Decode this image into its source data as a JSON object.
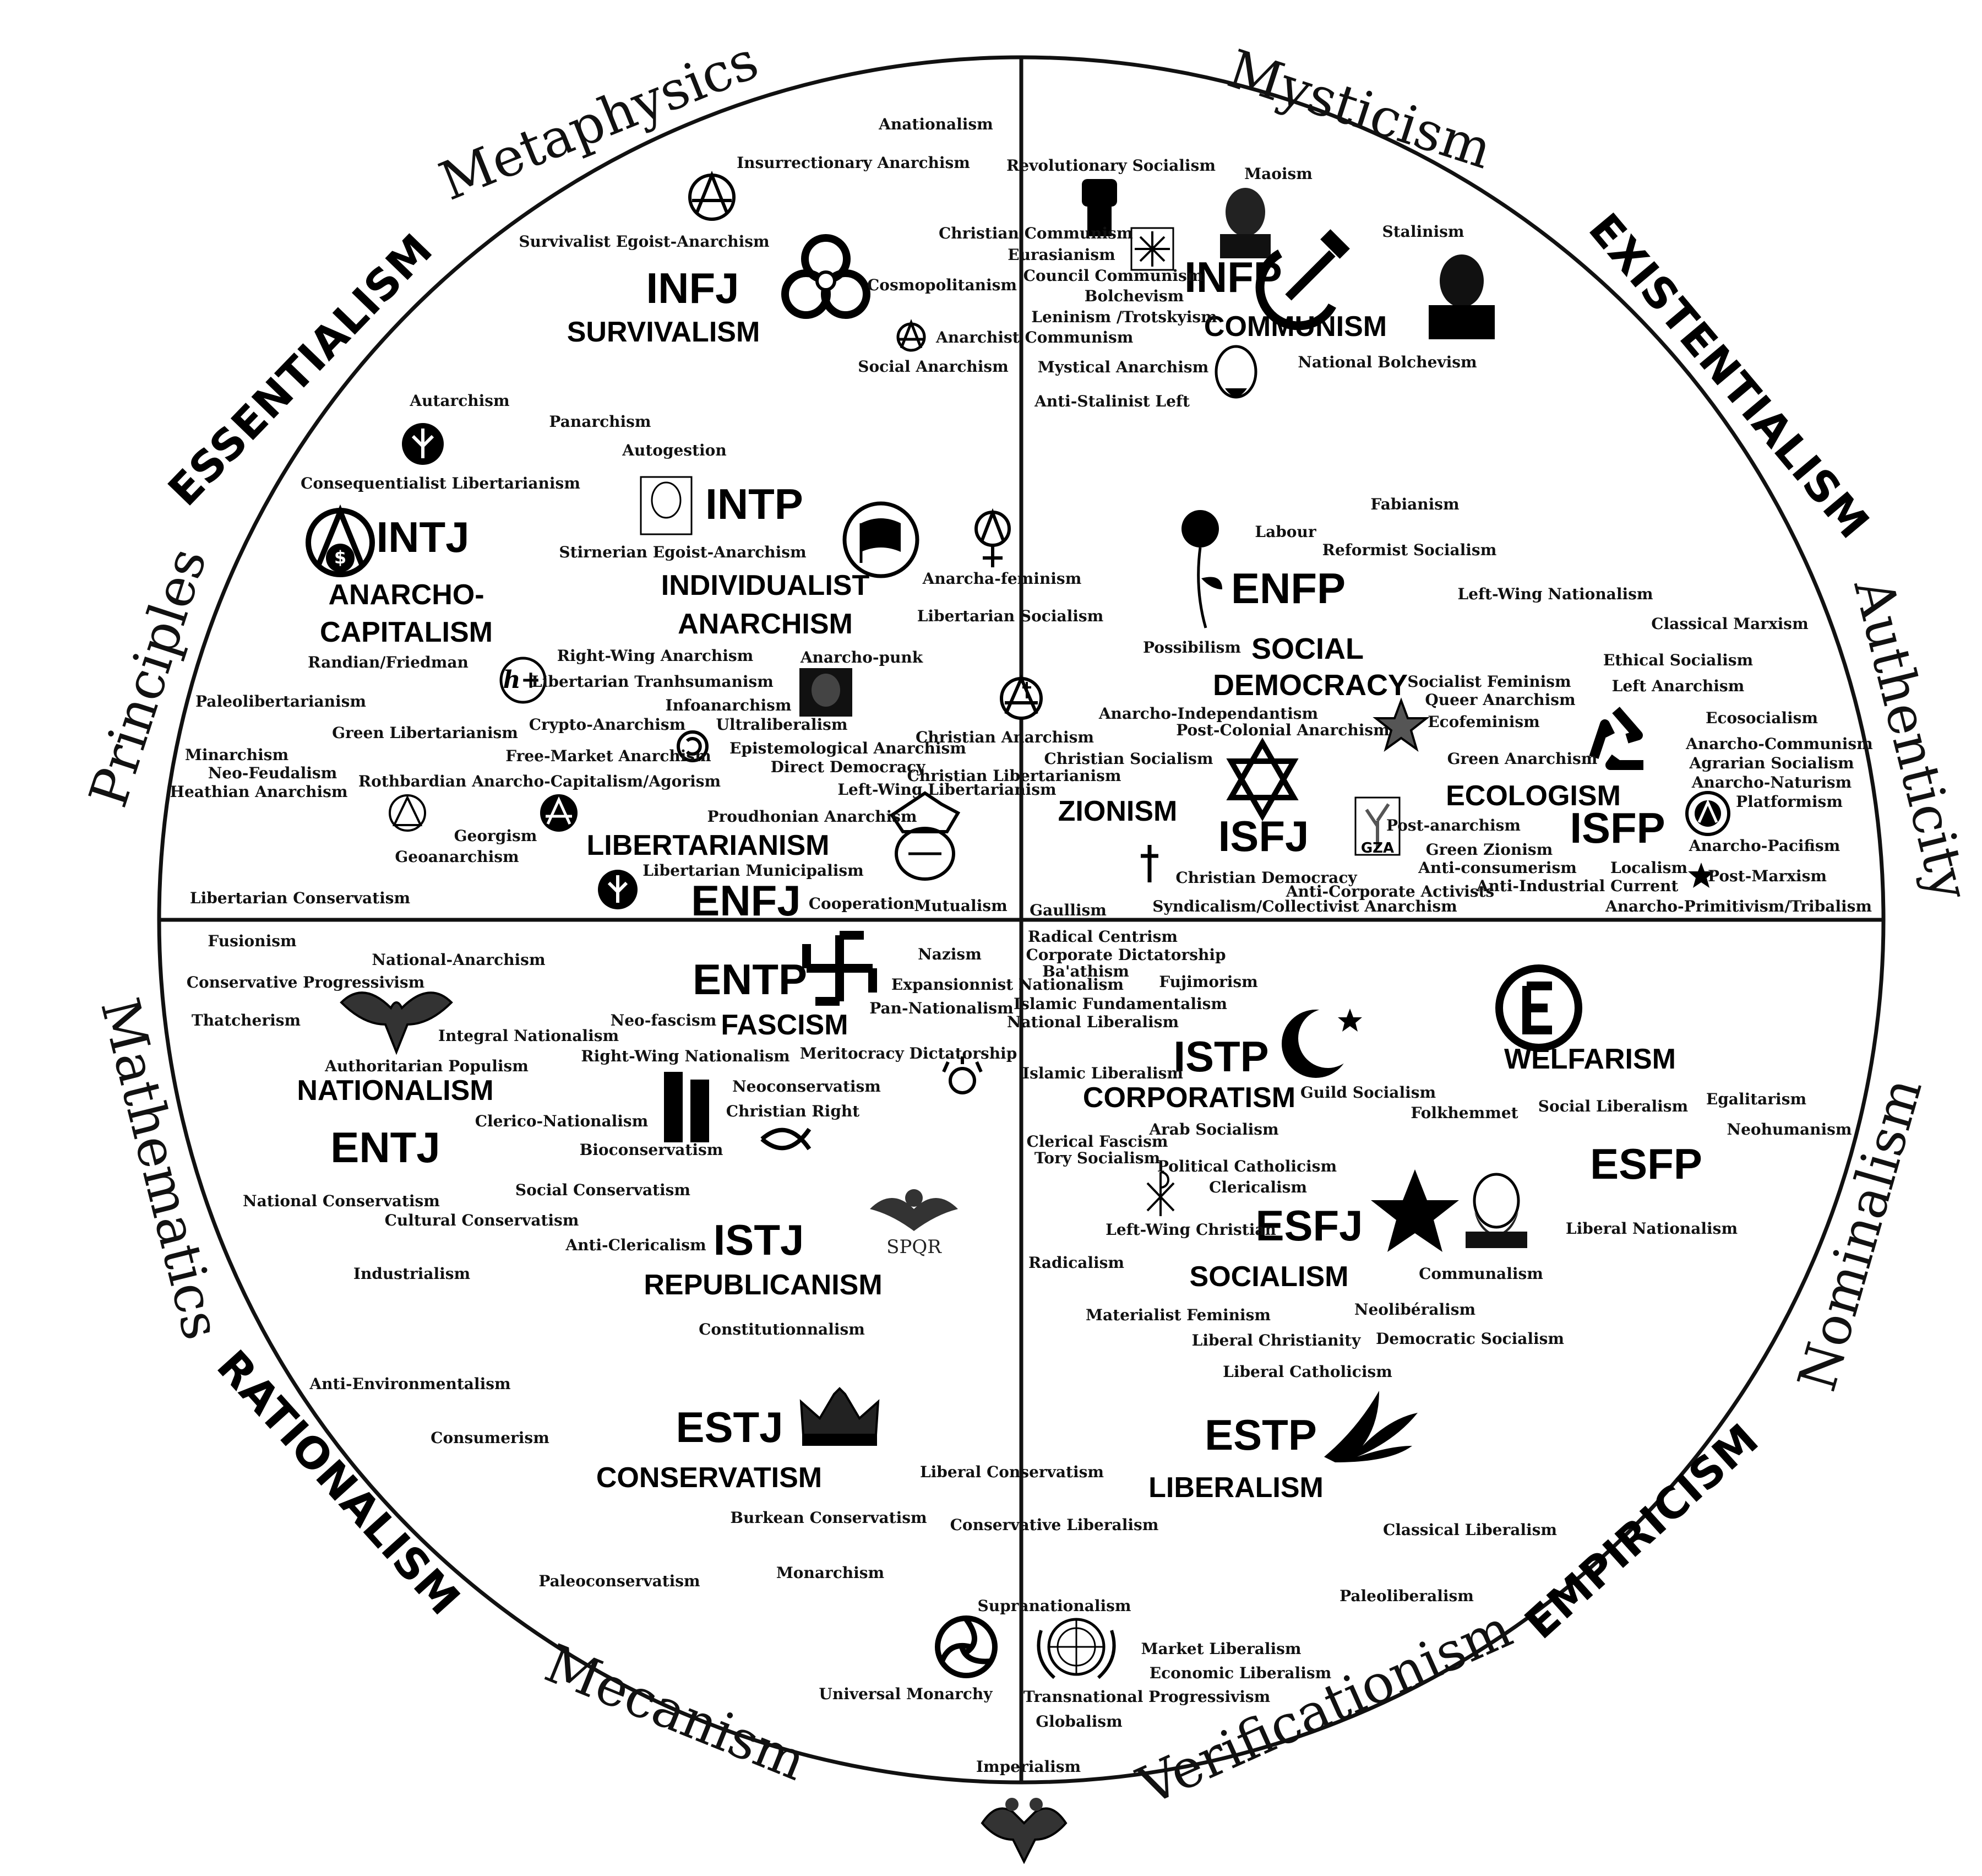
{
  "outer_labels": {
    "metaphysics": "Metaphysics",
    "mysticism": "Mysticism",
    "principles": "Principles",
    "authenticity": "Authenticity",
    "mathematics": "Mathematics",
    "nominalism": "Nominalism",
    "mecanism": "Mecanism",
    "verificationism": "Verificationism"
  },
  "corner_labels": {
    "essentialism": "ESSENTIALISM",
    "existentialism": "EXISTENTIALISM",
    "rationalism": "RATIONALISM",
    "empiricism": "EMPIRICISM"
  },
  "types": {
    "infj": "INFJ",
    "infp": "INFP",
    "intj": "INTJ",
    "intp": "INTP",
    "enfp": "ENFP",
    "enfj": "ENFJ",
    "isfj": "ISFJ",
    "isfp": "ISFP",
    "entp": "ENTP",
    "entj": "ENTJ",
    "istj": "ISTJ",
    "istp": "ISTP",
    "esfj": "ESFJ",
    "esfp": "ESFP",
    "estj": "ESTJ",
    "estp": "ESTP"
  },
  "ideologies": {
    "survivalism": "SURVIVALISM",
    "communism": "COMMUNISM",
    "anarcho_capitalism_1": "ANARCHO-",
    "anarcho_capitalism_2": "CAPITALISM",
    "individualist_anarchism_1": "INDIVIDUALIST",
    "individualist_anarchism_2": "ANARCHISM",
    "social_democracy_1": "SOCIAL",
    "social_democracy_2": "DEMOCRACY",
    "libertarianism": "LIBERTARIANISM",
    "zionism": "ZIONISM",
    "ecologism": "ECOLOGISM",
    "fascism": "FASCISM",
    "nationalism": "NATIONALISM",
    "corporatism": "CORPORATISM",
    "welfarism": "WELFARISM",
    "republicanism": "REPUBLICANISM",
    "socialism": "SOCIALISM",
    "conservatism": "CONSERVATISM",
    "liberalism": "LIBERALISM"
  },
  "small_labels": {
    "anationalism": "Anationalism",
    "insurrectionary_anarchism": "Insurrectionary Anarchism",
    "survivalist_egoist_anarchism": "Survivalist Egoist-Anarchism",
    "christian_communism": "Christian Communism",
    "cosmopolitanism": "Cosmopolitanism",
    "anarchist_communism": "Anarchist Communism",
    "social_anarchism": "Social Anarchism",
    "autarchism": "Autarchism",
    "panarchism": "Panarchism",
    "autogestion": "Autogestion",
    "consequentialist_libertarianism": "Consequentialist Libertarianism",
    "stirnerian": "Stirnerian Egoist-Anarchism",
    "anarcha_feminism": "Anarcha-feminism",
    "libertarian_socialism": "Libertarian Socialism",
    "randian_friedman": "Randian/Friedman",
    "right_wing_anarchism": "Right-Wing Anarchism",
    "libertarian_transhumanism": "Libertarian Tranhsumanism",
    "anarcho_punk": "Anarcho-punk",
    "infoanarchism": "Infoanarchism",
    "paleolibertarianism": "Paleolibertarianism",
    "crypto_anarchism": "Crypto-Anarchism",
    "ultraliberalism": "Ultraliberalism",
    "green_libertarianism": "Green Libertarianism",
    "christian_anarchism": "Christian Anarchism",
    "minarchism": "Minarchism",
    "free_market_anarchism": "Free-Market Anarchism",
    "epistemological_anarchism": "Epistemological Anarchism",
    "neo_feudalism": "Neo-Feudalism",
    "direct_democracy": "Direct Democracy",
    "heathian_anarchism": "Heathian Anarchism",
    "rothbardian": "Rothbardian Anarcho-Capitalism/Agorism",
    "christian_libertarianism": "Christian Libertarianism",
    "left_wing_libertarianism": "Left-Wing Libertarianism",
    "proudhonian_anarchism": "Proudhonian Anarchism",
    "georgism": "Georgism",
    "geoanarchism": "Geoanarchism",
    "libertarian_municipalism": "Libertarian Municipalism",
    "libertarian_conservatism": "Libertarian Conservatism",
    "cooperation": "Cooperation",
    "mutualism": "Mutualism",
    "revolutionary_socialism": "Revolutionary Socialism",
    "maoism": "Maoism",
    "stalinism": "Stalinism",
    "eurasianism": "Eurasianism",
    "council_communism": "Council Communism",
    "bolchevism": "Bolchevism",
    "leninism_trotskyism": "Leninism /Trotskyism",
    "mystical_anarchism": "Mystical Anarchism",
    "national_bolchevism": "National Bolchevism",
    "anti_stalinist_left": "Anti-Stalinist Left",
    "fabianism": "Fabianism",
    "labour": "Labour",
    "reformist_socialism": "Reformist Socialism",
    "left_wing_nationalism": "Left-Wing Nationalism",
    "classical_marxism": "Classical Marxism",
    "possibilism": "Possibilism",
    "ethical_socialism": "Ethical Socialism",
    "socialist_feminism": "Socialist Feminism",
    "queer_anarchism": "Queer Anarchism",
    "left_anarchism": "Left Anarchism",
    "anarcho_independantism": "Anarcho-Independantism",
    "post_colonial_anarchism": "Post-Colonial Anarchism",
    "ecofeminism": "Ecofeminism",
    "ecosocialism": "Ecosocialism",
    "christian_socialism": "Christian Socialism",
    "green_anarchism": "Green Anarchism",
    "anarcho_communism": "Anarcho-Communism",
    "agrarian_socialism": "Agrarian Socialism",
    "anarcho_naturism": "Anarcho-Naturism",
    "platformism": "Platformism",
    "post_anarchism": "Post-anarchism",
    "green_zionism": "Green Zionism",
    "anti_consumerism": "Anti-consumerism",
    "localism": "Localism",
    "anarcho_pacifism": "Anarcho-Pacifism",
    "christian_democracy": "Christian Democracy",
    "anti_corporate_activists": "Anti-Corporate Activists",
    "anti_industrial_current": "Anti-Industrial Current",
    "post_marxism": "Post-Marxism",
    "gaullism": "Gaullism",
    "syndicalism": "Syndicalism/Collectivist Anarchism",
    "anarcho_primitivism": "Anarcho-Primitivism/Tribalism",
    "fusionism": "Fusionism",
    "national_anarchism": "National-Anarchism",
    "conservative_progressivism": "Conservative Progressivism",
    "thatcherism": "Thatcherism",
    "integral_nationalism": "Integral Nationalism",
    "authoritarian_populism": "Authoritarian Populism",
    "nazism": "Nazism",
    "expansionnist_nationalism": "Expansionnist Nationalism",
    "pan_nationalism": "Pan-Nationalism",
    "neo_fascism": "Neo-fascism",
    "right_wing_nationalism": "Right-Wing Nationalism",
    "meritocracy_dictatorship": "Meritocracy Dictatorship",
    "neoconservatism": "Neoconservatism",
    "christian_right": "Christian Right",
    "clerico_nationalism": "Clerico-Nationalism",
    "bioconservatism": "Bioconservatism",
    "national_conservatism": "National Conservatism",
    "social_conservatism": "Social Conservatism",
    "cultural_conservatism": "Cultural Conservatism",
    "anti_clericalism": "Anti-Clericalism",
    "spqr": "SPQR",
    "industrialism": "Industrialism",
    "constitutionnalism": "Constitutionnalism",
    "anti_environmentalism": "Anti-Environmentalism",
    "consumerism": "Consumerism",
    "burkean_conservatism": "Burkean Conservatism",
    "paleoconservatism": "Paleoconservatism",
    "monarchism": "Monarchism",
    "liberal_conservatism": "Liberal Conservatism",
    "conservative_liberalism": "Conservative Liberalism",
    "universal_monarchy": "Universal Monarchy",
    "radical_centrism": "Radical Centrism",
    "corporate_dictatorship": "Corporate Dictatorship",
    "baathism": "Ba'athism",
    "fujimorism": "Fujimorism",
    "islamic_fundamentalism": "Islamic Fundamentalism",
    "national_liberalism": "National Liberalism",
    "islamic_liberalism": "Islamic Liberalism",
    "guild_socialism": "Guild Socialism",
    "social_liberalism": "Social Liberalism",
    "egalitarism": "Egalitarism",
    "folkhemmet": "Folkhemmet",
    "neohumanism": "Neohumanism",
    "arab_socialism": "Arab Socialism",
    "clerical_fascism": "Clerical Fascism",
    "tory_socialism": "Tory Socialism",
    "political_catholicism": "Political Catholicism",
    "clericalism": "Clericalism",
    "left_wing_christian": "Left-Wing Christian",
    "liberal_nationalism": "Liberal Nationalism",
    "radicalism": "Radicalism",
    "communalism": "Communalism",
    "materialist_feminism": "Materialist Feminism",
    "neoliberalism": "Neolibéralism",
    "liberal_christianity": "Liberal Christianity",
    "democratic_socialism": "Democratic Socialism",
    "liberal_catholicism": "Liberal Catholicism",
    "classical_liberalism": "Classical Liberalism",
    "paleoliberalism": "Paleoliberalism",
    "supranationalism": "Supranationalism",
    "market_liberalism": "Market Liberalism",
    "economic_liberalism": "Economic Liberalism",
    "transnational_progressivism": "Transnational Progressivism",
    "globalism": "Globalism",
    "imperialism": "Imperialism",
    "gza": "GZA",
    "dollar": "$",
    "hplus": "h+"
  }
}
